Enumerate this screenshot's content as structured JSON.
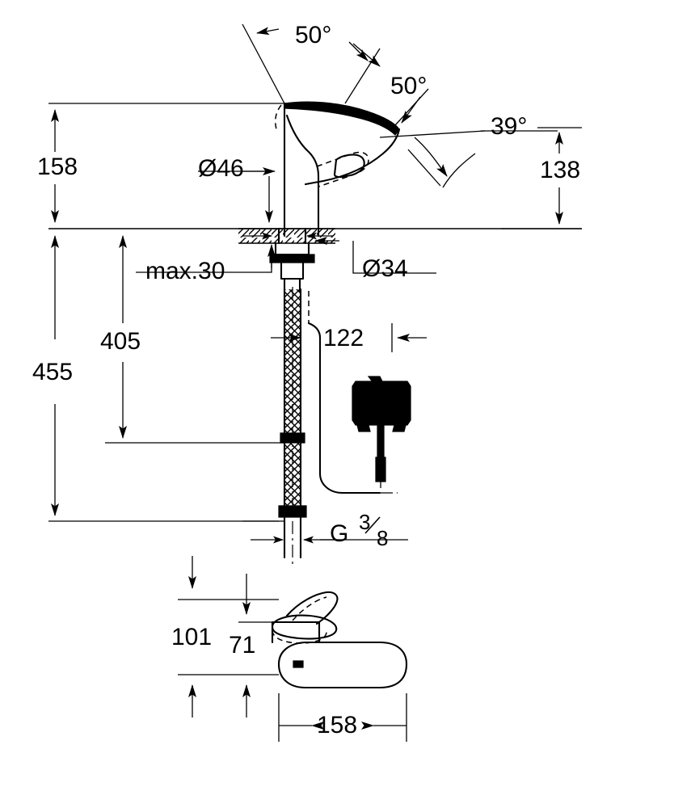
{
  "drawing": {
    "title": "Single-lever basin mixer technical dimension drawing",
    "units": "mm",
    "line_color": "#000000",
    "background_color": "#ffffff"
  },
  "dimensions": {
    "angle_spout_left": "50°",
    "angle_spout_right": "50°",
    "angle_lever": "39°",
    "height_total_spout": "158",
    "height_spout_outlet": "138",
    "diameter_base": "Ø46",
    "diameter_hole": "Ø34",
    "max_deck_thickness": "max.30",
    "height_overall": "455",
    "height_hose": "405",
    "hose_offset": "122",
    "thread_prefix": "G",
    "thread_numerator": "3",
    "thread_denominator": "8",
    "plan_depth_outer": "101",
    "plan_depth_inner": "71",
    "plan_reach": "158"
  },
  "labels": [
    {
      "name": "angle-50-upper",
      "text": "50°"
    },
    {
      "name": "angle-50-lower",
      "text": "50°"
    },
    {
      "name": "angle-39",
      "text": "39°"
    },
    {
      "name": "dim-158-height",
      "text": "158"
    },
    {
      "name": "dim-138",
      "text": "138"
    },
    {
      "name": "dim-d46",
      "text": "Ø46"
    },
    {
      "name": "dim-d34",
      "text": "Ø34"
    },
    {
      "name": "dim-max30",
      "text": "max.30"
    },
    {
      "name": "dim-455",
      "text": "455"
    },
    {
      "name": "dim-405",
      "text": "405"
    },
    {
      "name": "dim-122",
      "text": "122"
    },
    {
      "name": "dim-g38",
      "text": "G 3/8"
    },
    {
      "name": "dim-101",
      "text": "101"
    },
    {
      "name": "dim-71",
      "text": "71"
    },
    {
      "name": "dim-158-reach",
      "text": "158"
    }
  ],
  "components": {
    "faucet_body": "single-lever mixer body",
    "deck_surface": "mounting deck hatched section",
    "mounting_nut": "threaded shank and fixing nut",
    "flex_hose": "braided flexible connection hose",
    "power_box": "control / power supply box",
    "plan_view": "top plan view of mixer"
  }
}
